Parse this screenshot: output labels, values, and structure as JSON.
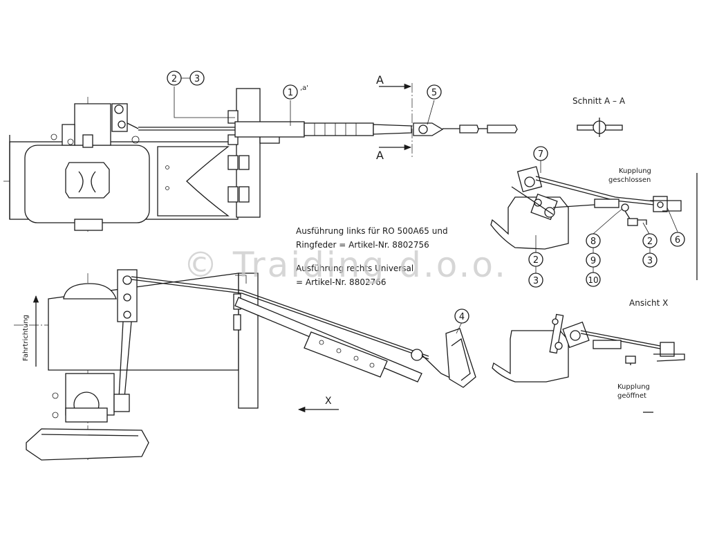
{
  "callouts": {
    "part_1": "1",
    "part_1_note": "‚a'",
    "part_2": "2",
    "part_3": "3",
    "part_4": "4",
    "part_5": "5",
    "part_6": "6",
    "part_7": "7",
    "part_8": "8",
    "part_9": "9",
    "part_10": "10"
  },
  "section": {
    "cut_letter": "A",
    "title": "Schnitt A – A"
  },
  "notes": {
    "left_line1": "Ausführung links für RO 500A65 und",
    "left_line2": "Ringfeder = Artikel-Nr. 8802756",
    "right_line1": "Ausführung rechts Universal",
    "right_line2": "= Artikel-Nr. 8802766"
  },
  "labels": {
    "direction": "Fahrtrichtung",
    "view_x_arrow": "X",
    "view_x_title": "Ansicht X",
    "closed_line1": "Kupplung",
    "closed_line2": "geschlossen",
    "open_line1": "Kupplung",
    "open_line2": "geöffnet"
  },
  "watermark": "© Traiding d.o.o."
}
